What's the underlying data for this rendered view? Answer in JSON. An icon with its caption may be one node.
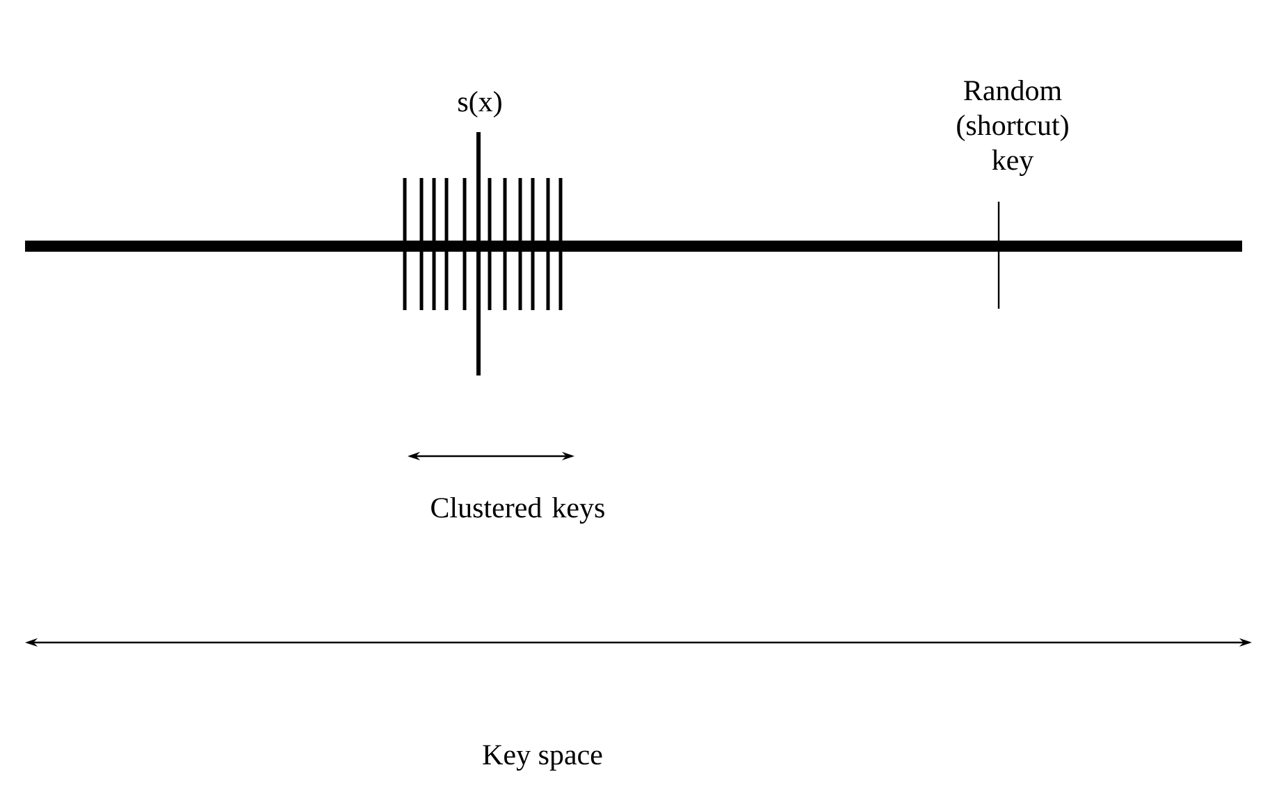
{
  "diagram": {
    "labels": [
      "s(x)",
      "Random (shortcut) key",
      "Clustered keys",
      "Key space"
    ]
  }
}
